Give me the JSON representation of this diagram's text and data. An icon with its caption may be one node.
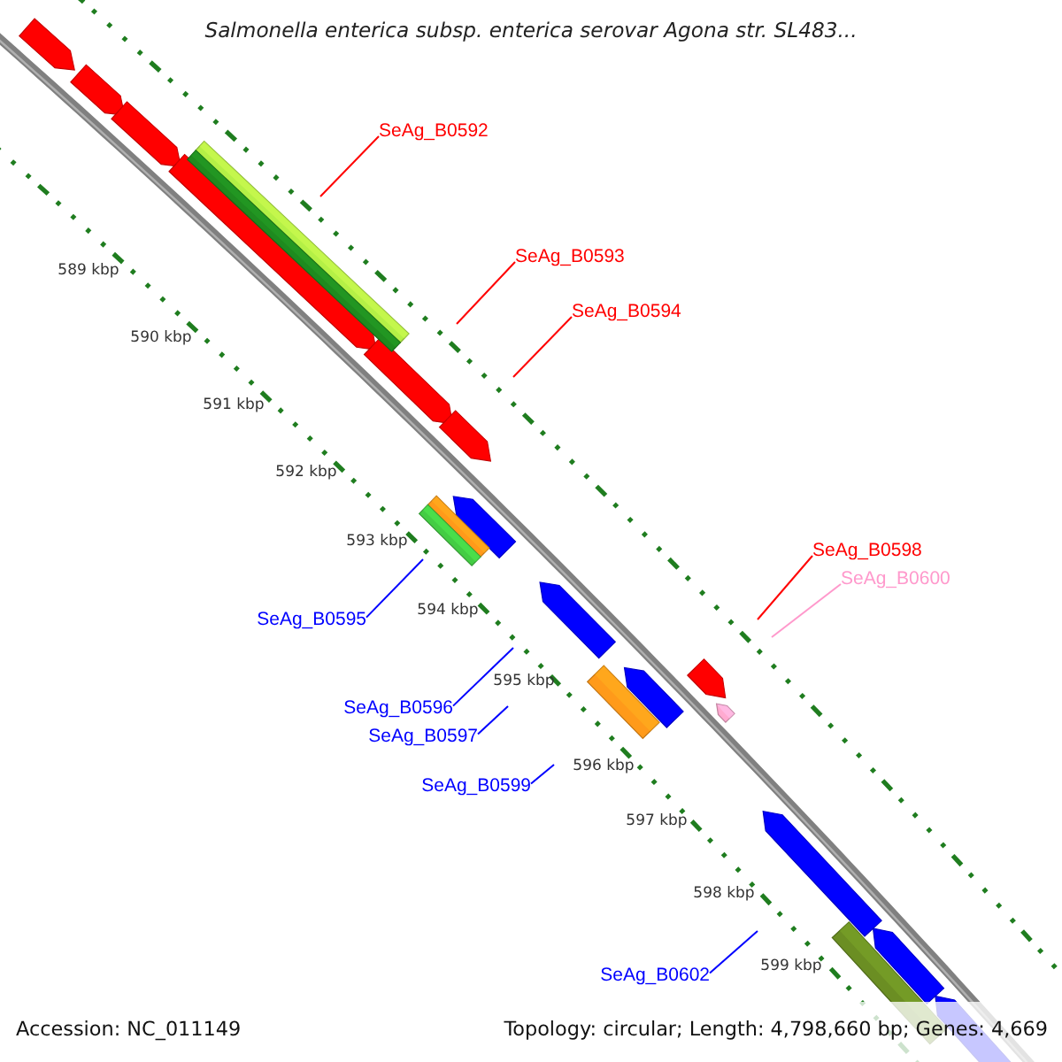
{
  "diagram": {
    "title": "Salmonella enterica subsp. enterica serovar Agona str. SL483...",
    "nodes": [
      {
        "text": [
          "SeAg_B0592"
        ]
      },
      {
        "text": [
          "SeAg_B0593"
        ]
      },
      {
        "text": [
          "SeAg_B0594"
        ]
      },
      {
        "text": [
          "SeAg_B0598"
        ]
      },
      {
        "text": [
          "SeAg_B0600"
        ]
      },
      {
        "text": [
          "SeAg_B0595"
        ]
      },
      {
        "text": [
          "SeAg_B0596"
        ]
      },
      {
        "text": [
          "SeAg_B0597"
        ]
      },
      {
        "text": [
          "SeAg_B0599"
        ]
      },
      {
        "text": [
          "SeAg_B0602"
        ]
      }
    ],
    "edges": [
      {
        "from": 0,
        "to": null,
        "arrow": "none",
        "color": "#ff0000"
      },
      {
        "from": 1,
        "to": null,
        "arrow": "none",
        "color": "#ff0000"
      },
      {
        "from": 2,
        "to": null,
        "arrow": "none",
        "color": "#ff0000"
      },
      {
        "from": 3,
        "to": null,
        "arrow": "none",
        "color": "#ff0000"
      },
      {
        "from": 4,
        "to": null,
        "arrow": "none",
        "color": "#ff99cc"
      },
      {
        "from": 5,
        "to": null,
        "arrow": "none"
      },
      {
        "from": 6,
        "to": null,
        "arrow": "none"
      },
      {
        "from": 7,
        "to": null,
        "arrow": "none"
      },
      {
        "from": 8,
        "to": null,
        "arrow": "none"
      },
      {
        "from": 9,
        "to": null,
        "arrow": "none"
      }
    ],
    "labels": [
      "589 kbp",
      "590 kbp",
      "591 kbp",
      "592 kbp",
      "593 kbp",
      "594 kbp",
      "595 kbp",
      "596 kbp",
      "597 kbp",
      "598 kbp",
      "599 kbp",
      "Accession: NC_011149",
      "Topology: circular; Length: 4,798,660 bp; Genes: 4,669"
    ]
  }
}
